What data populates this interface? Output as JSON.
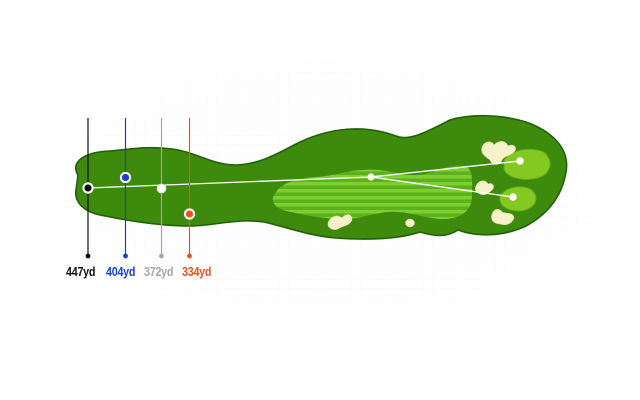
{
  "tees": [
    {
      "id": "black",
      "yardage": "447yd",
      "color": "#111111"
    },
    {
      "id": "blue",
      "yardage": "404yd",
      "color": "#1a3fcf"
    },
    {
      "id": "white",
      "yardage": "372yd",
      "color": "#a6a6a6"
    },
    {
      "id": "red",
      "yardage": "334yd",
      "color": "#e8561c"
    }
  ],
  "colors": {
    "rough": "#3d8a0c",
    "rough_edge": "#23600a",
    "fairway_light": "#79cb2c",
    "fairway_dark": "#4fa618",
    "green": "#7ec622",
    "bunker": "#f4f2c8",
    "grid": "#ececec",
    "flight_line": "#ffffff"
  },
  "icons": {
    "pin": "flag-pin-icon",
    "layup": "layup-marker-icon"
  }
}
